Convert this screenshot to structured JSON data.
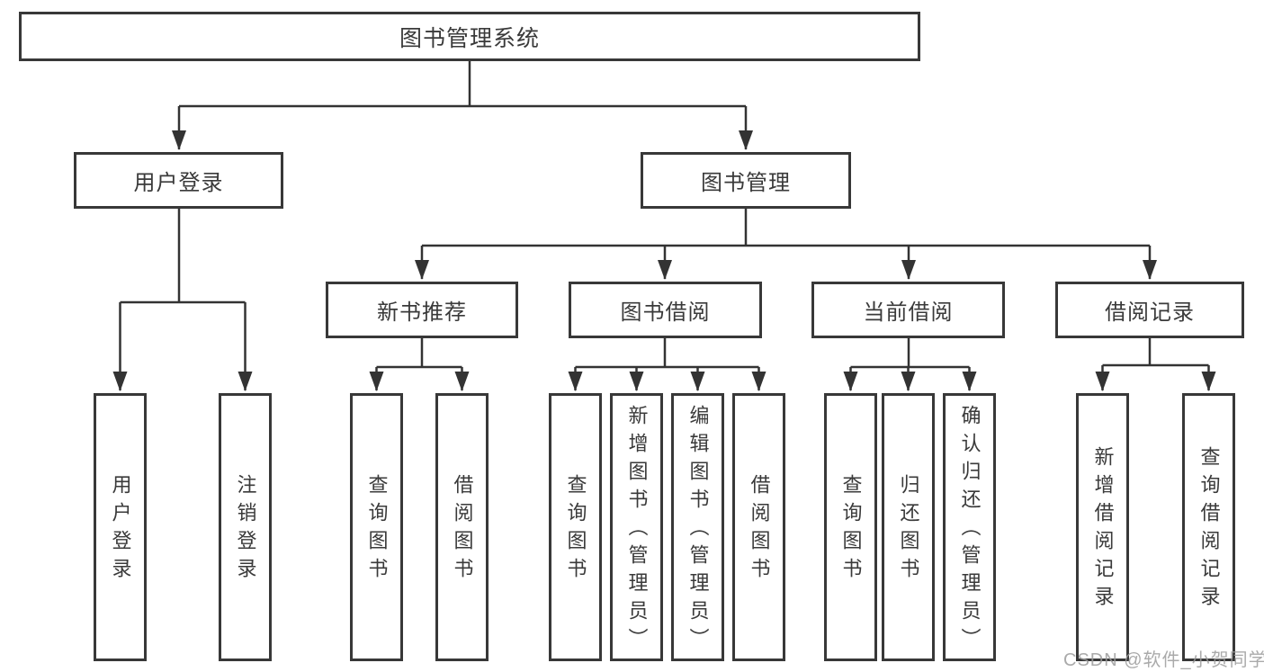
{
  "diagram": {
    "tree": {
      "label": "图书管理系统",
      "children": [
        {
          "label": "用户登录",
          "children": [
            {
              "label": "用户登录"
            },
            {
              "label": "注销登录"
            }
          ]
        },
        {
          "label": "图书管理",
          "children": [
            {
              "label": "新书推荐",
              "children": [
                {
                  "label": "查询图书"
                },
                {
                  "label": "借阅图书"
                }
              ]
            },
            {
              "label": "图书借阅",
              "children": [
                {
                  "label": "查询图书"
                },
                {
                  "label": "新增图书（管理员）"
                },
                {
                  "label": "编辑图书（管理员）"
                },
                {
                  "label": "借阅图书"
                }
              ]
            },
            {
              "label": "当前借阅",
              "children": [
                {
                  "label": "查询图书"
                },
                {
                  "label": "归还图书"
                },
                {
                  "label": "确认归还（管理员）"
                }
              ]
            },
            {
              "label": "借阅记录",
              "children": [
                {
                  "label": "新增借阅记录"
                },
                {
                  "label": "查询借阅记录"
                }
              ]
            }
          ]
        }
      ]
    },
    "watermark": "CSDN @软件_小贺同学",
    "colors": {
      "line": "#333333",
      "border": "#383838",
      "text": "#3a3a3a",
      "watermark": "#9b9b9b",
      "background": "#ffffff"
    }
  }
}
